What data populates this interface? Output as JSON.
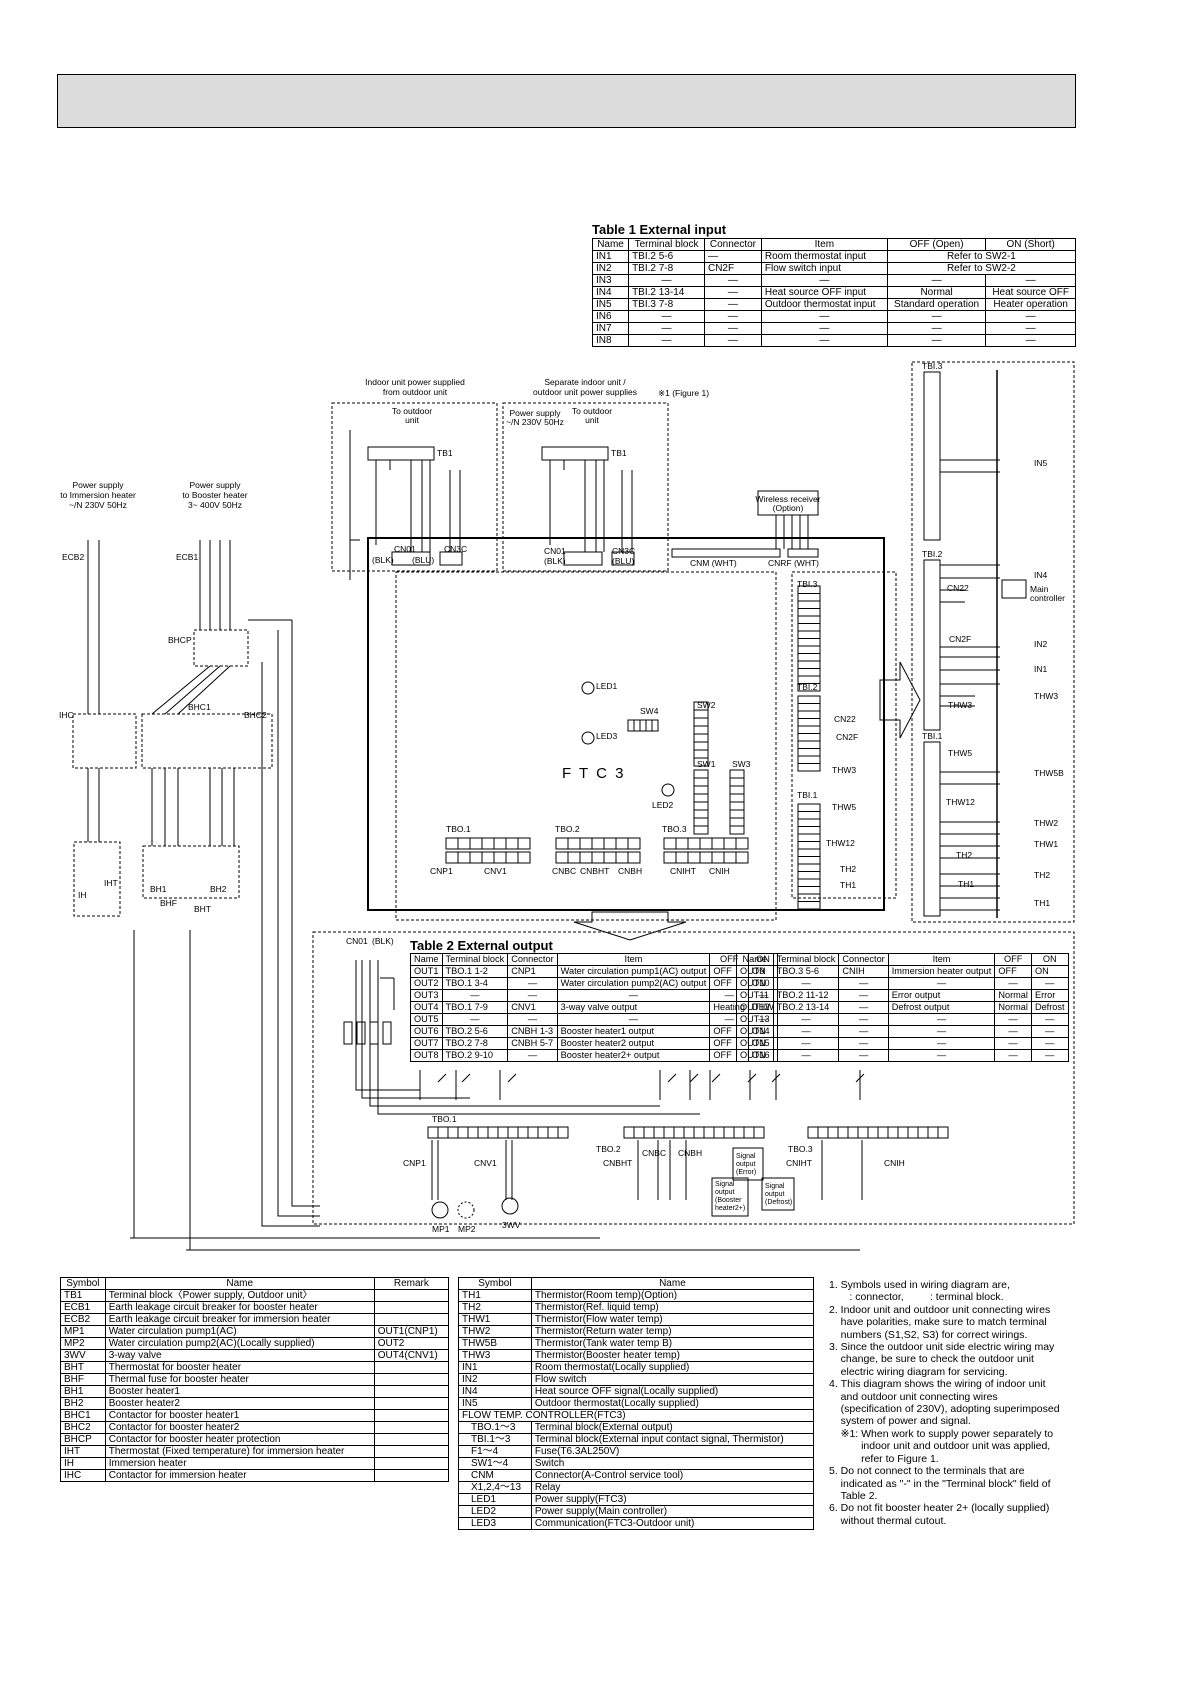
{
  "table1": {
    "caption": "Table 1  External input",
    "headers": [
      "Name",
      "Terminal block",
      "Connector",
      "Item",
      "OFF (Open)",
      "ON (Short)"
    ],
    "rows": [
      [
        "IN1",
        "TBI.2 5-6",
        "—",
        "Room thermostat input",
        "Refer to SW2-1",
        ""
      ],
      [
        "IN2",
        "TBI.2 7-8",
        "CN2F",
        "Flow switch input",
        "Refer to SW2-2",
        ""
      ],
      [
        "IN3",
        "—",
        "—",
        "—",
        "—",
        "—"
      ],
      [
        "IN4",
        "TBI.2 13-14",
        "—",
        "Heat source OFF input",
        "Normal",
        "Heat source OFF"
      ],
      [
        "IN5",
        "TBI.3 7-8",
        "—",
        "Outdoor thermostat input",
        "Standard operation",
        "Heater operation"
      ],
      [
        "IN6",
        "—",
        "—",
        "—",
        "—",
        "—"
      ],
      [
        "IN7",
        "—",
        "—",
        "—",
        "—",
        "—"
      ],
      [
        "IN8",
        "—",
        "—",
        "—",
        "—",
        "—"
      ]
    ]
  },
  "table2": {
    "caption": "Table 2  External output",
    "headers": [
      "Name",
      "Terminal block",
      "Connector",
      "Item",
      "OFF",
      "ON"
    ],
    "left_rows": [
      [
        "OUT1",
        "TBO.1 1-2",
        "CNP1",
        "Water circulation pump1(AC) output",
        "OFF",
        "ON"
      ],
      [
        "OUT2",
        "TBO.1 3-4",
        "—",
        "Water circulation pump2(AC) output",
        "OFF",
        "ON"
      ],
      [
        "OUT3",
        "—",
        "—",
        "—",
        "—",
        "—"
      ],
      [
        "OUT4",
        "TBO.1 7-9",
        "CNV1",
        "3-way valve output",
        "Heating",
        "DHW"
      ],
      [
        "OUT5",
        "—",
        "—",
        "—",
        "—",
        "—"
      ],
      [
        "OUT6",
        "TBO.2 5-6",
        "CNBH 1-3",
        "Booster heater1 output",
        "OFF",
        "ON"
      ],
      [
        "OUT7",
        "TBO.2 7-8",
        "CNBH 5-7",
        "Booster heater2 output",
        "OFF",
        "ON"
      ],
      [
        "OUT8",
        "TBO.2 9-10",
        "—",
        "Booster heater2+ output",
        "OFF",
        "ON"
      ]
    ],
    "right_rows": [
      [
        "OUT9",
        "TBO.3 5-6",
        "CNIH",
        "Immersion heater output",
        "OFF",
        "ON"
      ],
      [
        "OUT10",
        "—",
        "—",
        "—",
        "—",
        "—"
      ],
      [
        "OUT11",
        "TBO.2 11-12",
        "—",
        "Error output",
        "Normal",
        "Error"
      ],
      [
        "OUT12",
        "TBO.2 13-14",
        "—",
        "Defrost output",
        "Normal",
        "Defrost"
      ],
      [
        "OUT13",
        "—",
        "—",
        "—",
        "—",
        "—"
      ],
      [
        "OUT14",
        "—",
        "—",
        "—",
        "—",
        "—"
      ],
      [
        "OUT15",
        "—",
        "—",
        "—",
        "—",
        "—"
      ],
      [
        "OUT16",
        "—",
        "—",
        "—",
        "—",
        "—"
      ]
    ]
  },
  "symbols_left": {
    "headers": [
      "Symbol",
      "Name",
      "Remark"
    ],
    "rows": [
      [
        "TB1",
        "Terminal block〈Power supply, Outdoor unit〉",
        ""
      ],
      [
        "ECB1",
        "Earth leakage circuit breaker for booster heater",
        ""
      ],
      [
        "ECB2",
        "Earth leakage circuit breaker for immersion heater",
        ""
      ],
      [
        "MP1",
        "Water circulation pump1(AC)",
        "OUT1(CNP1)"
      ],
      [
        "MP2",
        "Water circulation pump2(AC)(Locally supplied)",
        "OUT2"
      ],
      [
        "3WV",
        "3-way valve",
        "OUT4(CNV1)"
      ],
      [
        "BHT",
        "Thermostat for booster heater",
        ""
      ],
      [
        "BHF",
        "Thermal fuse for booster heater",
        ""
      ],
      [
        "BH1",
        "Booster heater1",
        ""
      ],
      [
        "BH2",
        "Booster heater2",
        ""
      ],
      [
        "BHC1",
        "Contactor for booster heater1",
        ""
      ],
      [
        "BHC2",
        "Contactor for booster heater2",
        ""
      ],
      [
        "BHCP",
        "Contactor for booster heater protection",
        ""
      ],
      [
        "IHT",
        "Thermostat (Fixed temperature) for immersion heater",
        ""
      ],
      [
        "IH",
        "Immersion heater",
        ""
      ],
      [
        "IHC",
        "Contactor for immersion heater",
        ""
      ]
    ]
  },
  "symbols_right": {
    "headers": [
      "Symbol",
      "Name"
    ],
    "rows": [
      [
        "TH1",
        "Thermistor(Room temp)(Option)"
      ],
      [
        "TH2",
        "Thermistor(Ref. liquid temp)"
      ],
      [
        "THW1",
        "Thermistor(Flow water temp)"
      ],
      [
        "THW2",
        "Thermistor(Return water temp)"
      ],
      [
        "THW5B",
        "Thermistor(Tank water temp B)"
      ],
      [
        "THW3",
        "Thermistor(Booster heater temp)"
      ],
      [
        "IN1",
        "Room thermostat(Locally supplied)"
      ],
      [
        "IN2",
        "Flow switch"
      ],
      [
        "IN4",
        "Heat source OFF signal(Locally supplied)"
      ],
      [
        "IN5",
        "Outdoor thermostat(Locally supplied)"
      ]
    ],
    "group_label": "FLOW TEMP. CONTROLLER(FTC3)",
    "group_rows": [
      [
        "TBO.1～3",
        "Terminal block(External output)"
      ],
      [
        "TBI.1～3",
        "Terminal block(External input contact signal, Thermistor)"
      ],
      [
        "F1～4",
        "Fuse(T6.3AL250V)"
      ],
      [
        "SW1～4",
        "Switch"
      ],
      [
        "CNM",
        "Connector(A-Control service tool)"
      ],
      [
        "X1,2,4～13",
        "Relay"
      ],
      [
        "LED1",
        "Power supply(FTC3)"
      ],
      [
        "LED2",
        "Power supply(Main controller)"
      ],
      [
        "LED3",
        "Communication(FTC3-Outdoor unit)"
      ]
    ]
  },
  "notes": [
    "1. Symbols used in wiring diagram are,",
    "       : connector,         : terminal block.",
    "2. Indoor unit and outdoor unit connecting wires",
    "    have polarities, make sure to match terminal",
    "    numbers (S1,S2, S3) for correct wirings.",
    "3. Since the outdoor unit side electric wiring may",
    "    change, be sure to check the outdoor unit",
    "    electric wiring diagram for servicing.",
    "4. This diagram shows the wiring of indoor unit",
    "    and outdoor unit connecting wires",
    "    (specification of 230V), adopting superimposed",
    "    system of power and signal.",
    "    ※1: When work to supply power separately to",
    "           indoor unit and outdoor unit was applied,",
    "           refer to Figure 1.",
    "5. Do not connect to the terminals that are",
    "    indicated as \"-\" in the \"Terminal block\" field of",
    "    Table 2.",
    "6. Do not fit booster heater 2+ (locally supplied)",
    "    without thermal cutout."
  ],
  "diagram": {
    "board_label": "F T C 3",
    "top_left_title": [
      "Indoor unit power supplied",
      "from outdoor unit"
    ],
    "top_mid_title": [
      "Separate indoor unit /",
      "outdoor unit power supplies"
    ],
    "figure_ref": "※1 (Figure 1)",
    "to_outdoor": [
      "To outdoor",
      "unit"
    ],
    "power_supply_small": [
      "Power supply",
      "~/N 230V 50Hz"
    ],
    "ps_immersion": [
      "Power supply",
      "to Immersion heater",
      "~/N 230V 50Hz"
    ],
    "ps_booster": [
      "Power supply",
      "to Booster heater",
      "3~ 400V 50Hz"
    ],
    "wireless": [
      "Wireless receiver",
      "(Option)"
    ],
    "main_controller": [
      "Main",
      "controller"
    ],
    "labels": {
      "tb1": "TB1",
      "cn01": "CN01",
      "blk": "(BLK)",
      "cn3c": "CN3C",
      "blu": "(BLU)",
      "cnm": "CNM (WHT)",
      "cnrf": "CNRF (WHT)",
      "ecb1": "ECB1",
      "ecb2": "ECB2",
      "bhcp": "BHCP",
      "ihc": "IHC",
      "bhc1": "BHC1",
      "bhc2": "BHC2",
      "bh1": "BH1",
      "bh2": "BH2",
      "bhf": "BHF",
      "bht": "BHT",
      "ih": "IH",
      "iht": "IHT",
      "led1": "LED1",
      "led2": "LED2",
      "led3": "LED3",
      "sw1": "SW1",
      "sw2": "SW2",
      "sw3": "SW3",
      "sw4": "SW4",
      "tbo1": "TBO.1",
      "tbo2": "TBO.2",
      "tbo3": "TBO.3",
      "tbi1": "TBI.1",
      "tbi2": "TBI.2",
      "tbi3": "TBI.3",
      "cnp1": "CNP1",
      "cnv1": "CNV1",
      "cnbc": "CNBC",
      "cnbht": "CNBHT",
      "cnbh": "CNBH",
      "cniht": "CNIHT",
      "cnih": "CNIH",
      "cn22": "CN22",
      "cn2f": "CN2F",
      "thw3": "THW3",
      "thw5": "THW5",
      "thw12": "THW12",
      "th2": "TH2",
      "th1": "TH1",
      "in1": "IN1",
      "in2": "IN2",
      "in4": "IN4",
      "in5": "IN5",
      "thw5b": "THW5B",
      "thw2": "THW2",
      "thw1": "THW1",
      "mp1": "MP1",
      "mp2": "MP2",
      "wv3": "3WV",
      "sig_error": [
        "Signal",
        "output",
        "(Error)"
      ],
      "sig_defrost": [
        "Signal",
        "output",
        "(Defrost)"
      ],
      "sig_booster": [
        "Signal",
        "output",
        "(Booster",
        "heater2+)"
      ]
    }
  }
}
